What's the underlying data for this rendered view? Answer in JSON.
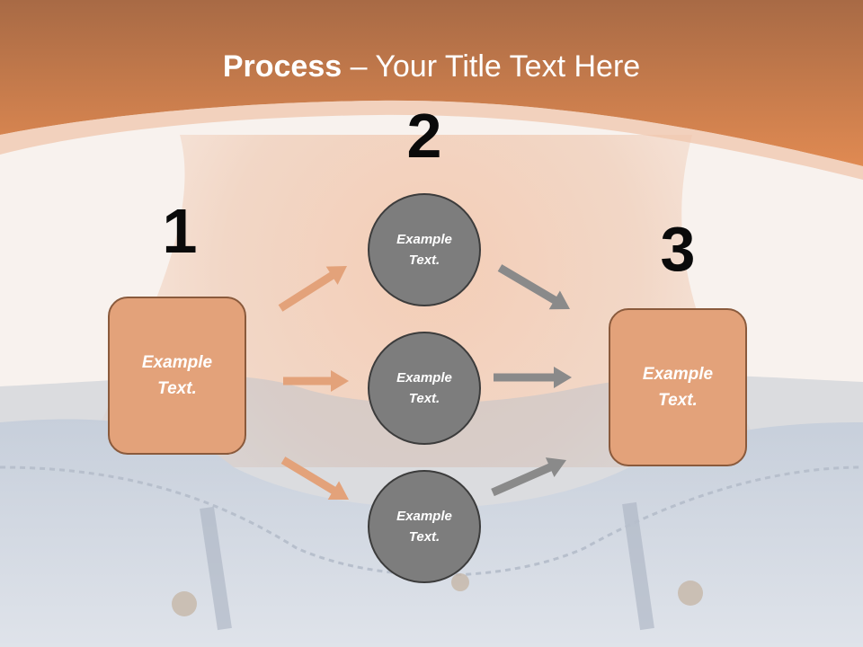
{
  "slide": {
    "title_bold": "Process",
    "title_rest": " – Your Title Text Here",
    "colors": {
      "header_orange": "#d9834d",
      "box_fill": "#e3a27a",
      "circle_fill": "#7d7d7d",
      "arrow_orange": "#e3a27a",
      "arrow_gray": "#8a8a8a"
    }
  },
  "steps": {
    "one": {
      "number": "1",
      "text": "Example Text."
    },
    "two": {
      "number": "2",
      "circles": [
        {
          "text": "Example Text."
        },
        {
          "text": "Example Text."
        },
        {
          "text": "Example Text."
        }
      ]
    },
    "three": {
      "number": "3",
      "text": "Example Text."
    }
  }
}
